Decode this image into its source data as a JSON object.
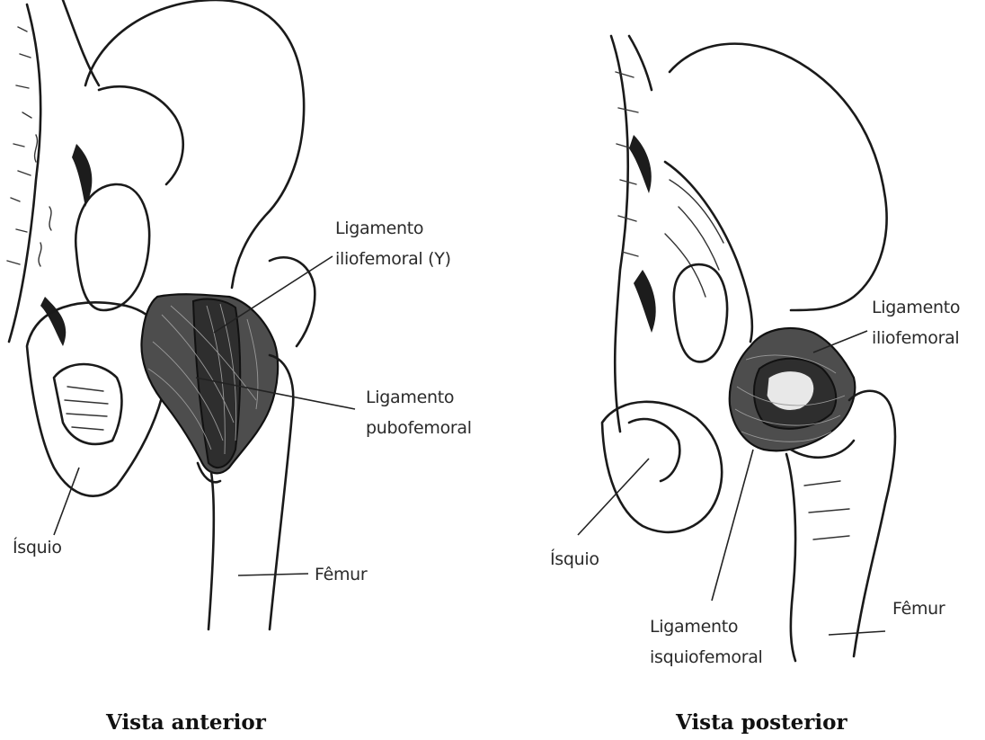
{
  "anterior": {
    "caption": "Vista anterior",
    "labels": {
      "iliofemoral_line1": "Ligamento",
      "iliofemoral_line2": "iliofemoral (Y)",
      "pubofemoral_line1": "Ligamento",
      "pubofemoral_line2": "pubofemoral",
      "isquio": "Ísquio",
      "femur": "Fêmur"
    }
  },
  "posterior": {
    "caption": "Vista posterior",
    "labels": {
      "iliofemoral_line1": "Ligamento",
      "iliofemoral_line2": "iliofemoral",
      "isquiofemoral_line1": "Ligamento",
      "isquiofemoral_line2": "isquiofemoral",
      "isquio": "Ísquio",
      "femur": "Fêmur"
    }
  }
}
